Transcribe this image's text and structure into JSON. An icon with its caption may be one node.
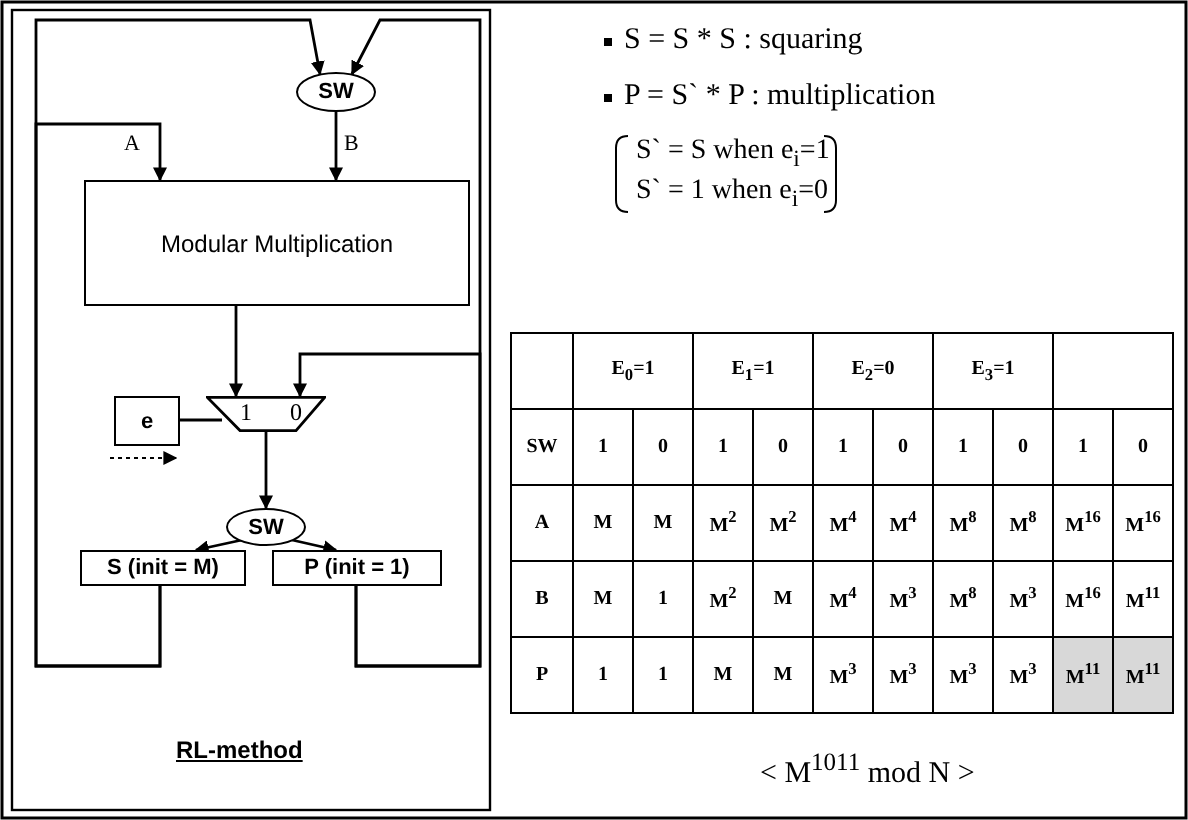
{
  "diagram": {
    "nodes": [
      {
        "text": [
          "SW"
        ]
      },
      {
        "text": [
          "Modular Multiplication"
        ]
      },
      {
        "text": [
          "1",
          "0"
        ]
      },
      {
        "text": [
          "e"
        ]
      },
      {
        "text": [
          "SW"
        ]
      },
      {
        "text": [
          "S (init = M)"
        ]
      },
      {
        "text": [
          "P (init = 1)"
        ]
      }
    ],
    "edges": [
      {
        "from": 5,
        "to": 0,
        "arrow": "to"
      },
      {
        "from": 5,
        "to": 1,
        "arrow": "to",
        "label": "A"
      },
      {
        "from": 0,
        "to": 1,
        "arrow": "to",
        "label": "B"
      },
      {
        "from": 6,
        "to": 0,
        "arrow": "to"
      },
      {
        "from": 6,
        "to": 2,
        "arrow": "to"
      },
      {
        "from": 1,
        "to": 2,
        "arrow": "to"
      },
      {
        "from": 3,
        "to": 2,
        "arrow": "none"
      },
      {
        "from": 2,
        "to": 4,
        "arrow": "to"
      },
      {
        "from": 4,
        "to": 5,
        "arrow": "to"
      },
      {
        "from": 4,
        "to": 6,
        "arrow": "to"
      }
    ],
    "labels": [
      "S = S * S : squaring",
      "P = S` * P : multiplication",
      "S` = S when e$_{i}$=1",
      "S` = 1 when e$_{i}$=0",
      "E$_{0}$=1",
      "E$_{1}$=1",
      "E$_{2}$=0",
      "E$_{3}$=1",
      "SW",
      "1",
      "0",
      "1",
      "0",
      "1",
      "0",
      "1",
      "0",
      "1",
      "0",
      "A",
      "M",
      "M",
      "M$^{2}$",
      "M$^{2}$",
      "M$^{4}$",
      "M$^{4}$",
      "M$^{8}$",
      "M$^{8}$",
      "M$^{16}$",
      "M$^{16}$",
      "B",
      "M",
      "1",
      "M$^{2}$",
      "M",
      "M$^{4}$",
      "M$^{3}$",
      "M$^{8}$",
      "M$^{3}$",
      "M$^{16}$",
      "M$^{11}$",
      "P",
      "1",
      "1",
      "M",
      "M",
      "M$^{3}$",
      "M$^{3}$",
      "M$^{3}$",
      "M$^{3}$",
      "M$^{11}$",
      "M$^{11}$",
      "RL-method",
      "< M$^{1011}$ mod N >"
    ]
  }
}
